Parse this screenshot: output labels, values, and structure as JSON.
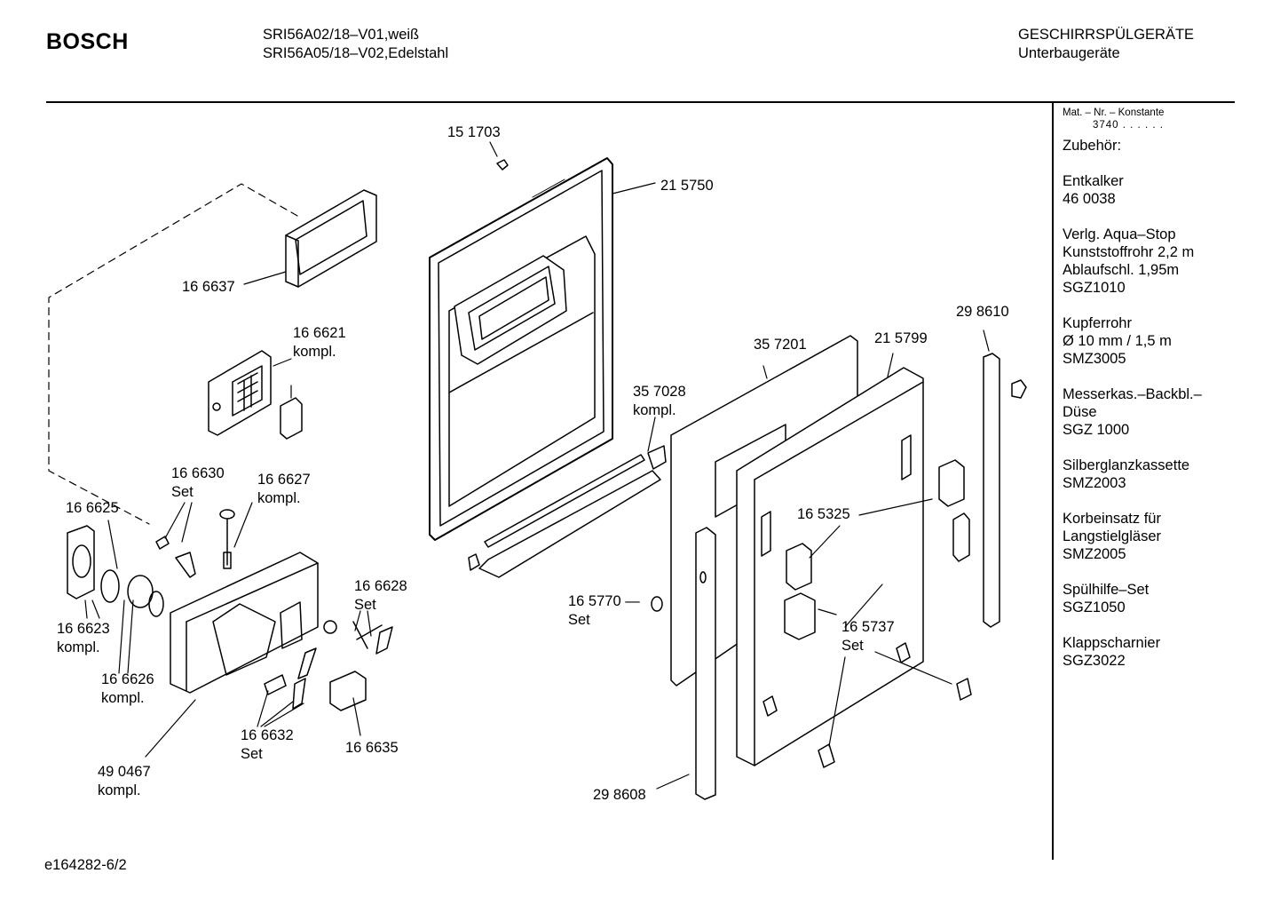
{
  "header": {
    "brand": "BOSCH",
    "model_line_1": "SRI56A02/18–V01,weiß",
    "model_line_2": "SRI56A05/18–V02,Edelstahl",
    "category": "GESCHIRRSPÜLGERÄTE",
    "subcategory": "Unterbaugeräte"
  },
  "sidebar": {
    "mat_nr_label": "Mat. – Nr. – Konstante",
    "mat_nr_value": "3740 . . . . . .",
    "accessories_title": "Zubehör:",
    "accessories": [
      {
        "lines": [
          "Entkalker",
          "46 0038"
        ]
      },
      {
        "lines": [
          "Verlg. Aqua–Stop",
          "Kunststoffrohr 2,2 m",
          "Ablaufschl. 1,95m",
          "SGZ1010"
        ]
      },
      {
        "lines": [
          "Kupferrohr",
          "Ø 10 mm / 1,5 m",
          "SMZ3005"
        ]
      },
      {
        "lines": [
          "Messerkas.–Backbl.–",
          "Düse",
          "SGZ 1000"
        ]
      },
      {
        "lines": [
          "Silberglanzkassette",
          "SMZ2003"
        ]
      },
      {
        "lines": [
          "Korbeinsatz für",
          "Langstielgläser",
          "SMZ2005"
        ]
      },
      {
        "lines": [
          "Spülhilfe–Set",
          "SGZ1050"
        ]
      },
      {
        "lines": [
          "Klappscharnier",
          "SGZ3022"
        ]
      }
    ]
  },
  "parts": {
    "p151703": "15 1703",
    "p215750": "21 5750",
    "p166637": "16 6637",
    "p166621": [
      "16 6621",
      "kompl."
    ],
    "p166630": [
      "16 6630",
      "Set"
    ],
    "p166627": [
      "16 6627",
      "kompl."
    ],
    "p166625": "16 6625",
    "p166623": [
      "16 6623",
      "kompl."
    ],
    "p166626": [
      "16 6626",
      "kompl."
    ],
    "p490467": [
      "49 0467",
      "kompl."
    ],
    "p166628": [
      "16 6628",
      "Set"
    ],
    "p166632": [
      "16 6632",
      "Set"
    ],
    "p166635": "16 6635",
    "p357028": [
      "35 7028",
      "kompl."
    ],
    "p357201": "35 7201",
    "p215799": "21 5799",
    "p298610": "29 8610",
    "p165325": "16 5325",
    "p165770": [
      "16 5770 —",
      "Set"
    ],
    "p165737": [
      "16 5737",
      "Set"
    ],
    "p298608": "29 8608"
  },
  "footer": {
    "doc_id": "e164282-6/2"
  }
}
